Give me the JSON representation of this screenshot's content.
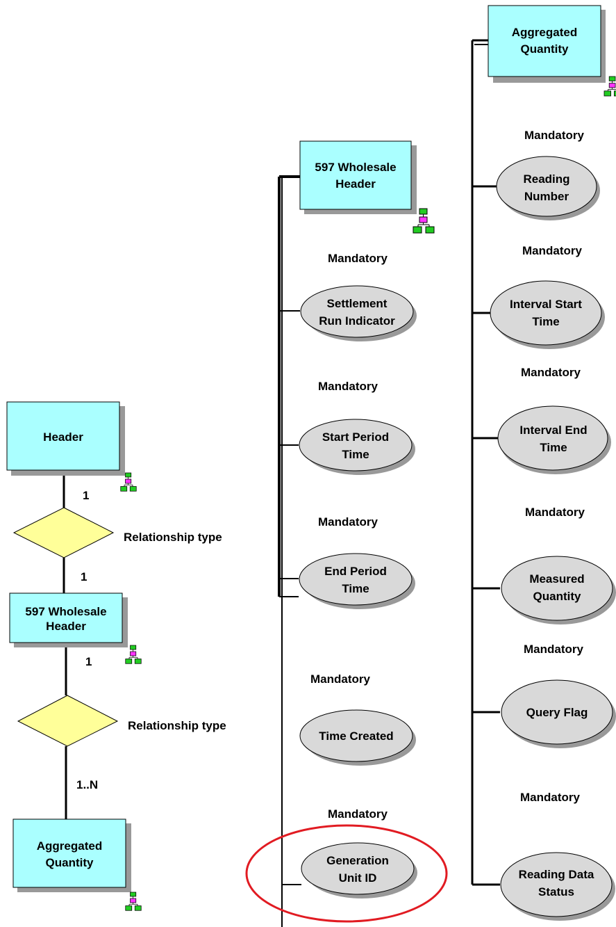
{
  "left": {
    "header": "Header",
    "rel1": "Relationship type",
    "card1_top": "1",
    "card1_bottom": "1",
    "wholesale": [
      "597 Wholesale",
      "Header"
    ],
    "rel2": "Relationship type",
    "card2_top": "1",
    "card2_bottom": "1..N",
    "aggregated": [
      "Aggregated",
      "Quantity"
    ]
  },
  "middle": {
    "entity": [
      "597 Wholesale",
      "Header"
    ],
    "attributes": [
      {
        "label": "Mandatory",
        "name": [
          "Settlement",
          "Run Indicator"
        ]
      },
      {
        "label": "Mandatory",
        "name": [
          "Start Period",
          "Time"
        ]
      },
      {
        "label": "Mandatory",
        "name": [
          "End Period",
          "Time"
        ]
      },
      {
        "label": "Mandatory",
        "name": [
          "Time Created"
        ]
      },
      {
        "label": "Mandatory",
        "name": [
          "Generation",
          "Unit ID"
        ]
      }
    ]
  },
  "right": {
    "entity": [
      "Aggregated",
      "Quantity"
    ],
    "attributes": [
      {
        "label": "Mandatory",
        "name": [
          "Reading",
          "Number"
        ]
      },
      {
        "label": "Mandatory",
        "name": [
          "Interval Start",
          "Time"
        ]
      },
      {
        "label": "Mandatory",
        "name": [
          "Interval End",
          "Time"
        ]
      },
      {
        "label": "Mandatory",
        "name": [
          "Measured",
          "Quantity"
        ]
      },
      {
        "label": "Mandatory",
        "name": [
          "Query Flag"
        ]
      },
      {
        "label": "Mandatory",
        "name": [
          "Reading Data",
          "Status"
        ]
      }
    ]
  },
  "colors": {
    "entity_fill": "#aaffff",
    "attribute_fill": "#d9d9d9",
    "relationship_fill": "#ffff99",
    "highlight": "#e11b22",
    "icon_green": "#22cc22",
    "icon_magenta": "#ff33ff"
  }
}
